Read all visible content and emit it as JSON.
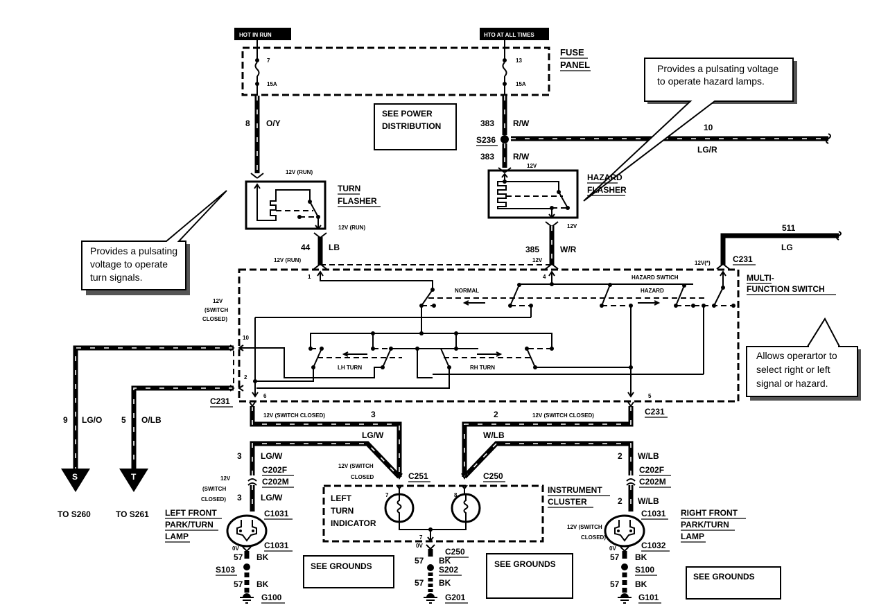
{
  "title": "Turn / Hazard Lamp Wiring Diagram",
  "power_labels": {
    "hot_in_run": "HOT IN RUN",
    "hot_at_all_times": "HTO AT ALL TIMES"
  },
  "fuse_panel": {
    "label_line1": "FUSE",
    "label_line2": "PANEL",
    "fuses": [
      {
        "number": "7",
        "rating": "15A"
      },
      {
        "number": "13",
        "rating": "15A"
      }
    ]
  },
  "see_power_distribution": {
    "line1": "SEE POWER",
    "line2": "DISTRIBUTION"
  },
  "wires": {
    "w8": {
      "circuit": "8",
      "color": "O/Y"
    },
    "w383a": {
      "circuit": "383",
      "color": "R/W"
    },
    "s236": "S236",
    "w383b": {
      "circuit": "383",
      "color": "R/W"
    },
    "w10": {
      "circuit": "10",
      "color": "LG/R"
    },
    "w44": {
      "circuit": "44",
      "color": "LB"
    },
    "w385": {
      "circuit": "385",
      "color": "W/R"
    },
    "w511": {
      "circuit": "511",
      "color": "LG"
    },
    "w9": {
      "circuit": "9",
      "color": "LG/O"
    },
    "w5": {
      "circuit": "5",
      "color": "O/LB"
    },
    "w3": {
      "circuit": "3",
      "color": "LG/W"
    },
    "w2": {
      "circuit": "2",
      "color": "W/LB"
    },
    "w57": {
      "circuit": "57",
      "color": "BK"
    }
  },
  "turn_flasher": {
    "label_line1": "TURN",
    "label_line2": "FLASHER",
    "in_voltage": "12V (RUN)",
    "out_voltage": "12V (RUN)",
    "switch_voltage": "12V (RUN)"
  },
  "hazard_flasher": {
    "label_line1": "HAZARD",
    "label_line2": "FLASHER",
    "in_voltage": "12V",
    "out_voltage": "12V",
    "switch_voltage": "12V"
  },
  "callouts": {
    "hazard": {
      "line1": "Provides a pulsating voltage",
      "line2": "to operate hazard lamps."
    },
    "turn": {
      "line1": "Provides a pulsating",
      "line2": "voltage to operate",
      "line3": "turn signals."
    },
    "multifunction": {
      "line1": "Allows operartor to",
      "line2": "select right or left",
      "line3": "signal or hazard."
    }
  },
  "multifunction_switch": {
    "label_line1": "MULTI-",
    "label_line2": "FUNCTION SWITCH",
    "connector": "C231",
    "voltage_511": "12V(*)",
    "left_voltage_line1": "12V",
    "left_voltage_line2": "(SWITCH",
    "left_voltage_line3": "CLOSED)",
    "normal_label": "NORMAL",
    "hazard_switch_label": "HAZARD SWTICH",
    "hazard_label": "HAZARD",
    "lh_turn_label": "LH TURN",
    "rh_turn_label": "RH TURN",
    "pins": {
      "p1": "1",
      "p4": "4",
      "p10": "10",
      "p2": "2",
      "p6": "6",
      "p5": "5"
    }
  },
  "outputs": {
    "left_out_voltage": "12V (SWITCH CLOSED)",
    "left_out_pin": "3",
    "right_out_voltage": "12V (SWITCH CLOSED)",
    "right_out_pin": "2",
    "c231_left": "C231",
    "c231_right": "C231"
  },
  "off_page": [
    {
      "letter": "S",
      "dest": "TO S260"
    },
    {
      "letter": "T",
      "dest": "TO S261"
    }
  ],
  "left_lamp": {
    "label_line1": "LEFT FRONT",
    "label_line2": "PARK/TURN",
    "label_line3": "LAMP",
    "conn_upper": "C202F",
    "conn_lower": "C202M",
    "conn_lamp_in": "C1031",
    "conn_lamp_out": "C1031",
    "voltage_line1": "12V",
    "voltage_line2": "(SWITCH",
    "voltage_line3": "CLOSED)",
    "ground_voltage": "0V",
    "splice": "S103",
    "ground": "G100"
  },
  "right_lamp": {
    "label_line1": "RIGHT FRONT",
    "label_line2": "PARK/TURN",
    "label_line3": "LAMP",
    "conn_upper": "C202F",
    "conn_lower": "C202M",
    "conn_lamp_in": "C1031",
    "conn_lamp_out": "C1032",
    "voltage_line1": "12V (SWITCH",
    "voltage_line2": "CLOSED)",
    "ground_voltage": "0V",
    "splice": "S100",
    "ground": "G101"
  },
  "instrument_cluster": {
    "label_line1": "INSTRUMENT",
    "label_line2": "CLUSTER",
    "left_indicator_line1": "LEFT",
    "left_indicator_line2": "TURN",
    "left_indicator_line3": "INDICATOR",
    "conn_left": "C251",
    "conn_right": "C250",
    "conn_ground": "C250",
    "pin_left": "7",
    "pin_right": "8",
    "pin_ground": "7",
    "voltage_line1": "12V (SWITCH",
    "voltage_line2": "CLOSED",
    "ground_voltage": "0V",
    "splice": "S202",
    "ground": "G201"
  },
  "see_grounds": [
    "SEE GROUNDS",
    "SEE GROUNDS",
    "SEE GROUNDS"
  ]
}
